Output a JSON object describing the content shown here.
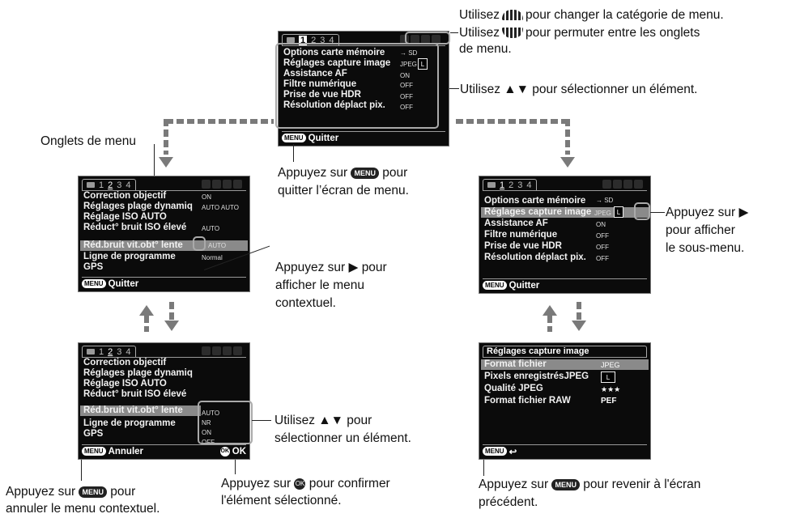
{
  "annotations": {
    "top_cat_pre": "Utilisez",
    "top_cat_post": "pour changer la catégorie de menu.",
    "top_tab_pre": "Utilisez",
    "top_tab_post": "pour permuter entre les onglets",
    "top_tab_l2": "de menu.",
    "top_select": "Utilisez ▲▼ pour sélectionner un élément.",
    "onglets": "Onglets de menu",
    "quit_pre": "Appuyez sur",
    "quit_post": "pour",
    "quit_l2": "quitter l’écran de menu.",
    "ctx_l1": "Appuyez sur ▶ pour",
    "ctx_l2": "afficher le menu",
    "ctx_l3": "contextuel.",
    "sub_l1": "Appuyez sur ▶",
    "sub_l2": "pour afficher",
    "sub_l3": "le sous-menu.",
    "sel2_l1": "Utilisez ▲▼ pour",
    "sel2_l2": "sélectionner un élément.",
    "cancel_pre": "Appuyez sur",
    "cancel_post": "pour",
    "cancel_l2": "annuler le menu contextuel.",
    "confirm_pre": "Appuyez sur",
    "confirm_post": "pour confirmer",
    "confirm_l2": "l'élément sélectionné.",
    "back_pre": "Appuyez sur",
    "back_post": "pour revenir à l'écran",
    "back_l2": "précédent.",
    "menu_btn": "MENU",
    "ok_btn": "OK"
  },
  "screen_top": {
    "tab_active": "1",
    "tabs": [
      "2",
      "3",
      "4"
    ],
    "items": [
      "Options carte mémoire",
      "Réglages capture image",
      "Assistance AF",
      "Filtre numérique",
      "Prise de vue HDR",
      "Résolution déplact pix."
    ],
    "values": [
      "→ SD",
      "JPEG",
      "ON",
      "OFF",
      "OFF",
      "OFF"
    ],
    "footer": "Quitter"
  },
  "screen_left": {
    "tabs": [
      "1",
      "2",
      "3",
      "4"
    ],
    "items": [
      "Correction objectif",
      "Réglages plage dynamiq",
      "Réglage ISO AUTO",
      "Réduct° bruit ISO élevé",
      "Réd.bruit vit.obt° lente",
      "Ligne de programme",
      "GPS"
    ],
    "values": [
      "ON",
      "AUTO  AUTO",
      "",
      "AUTO",
      "AUTO",
      "Normal",
      ""
    ],
    "footer": "Quitter"
  },
  "screen_ctx": {
    "tabs": [
      "1",
      "2",
      "3",
      "4"
    ],
    "items": [
      "Correction objectif",
      "Réglages plage dynamiq",
      "Réglage ISO AUTO",
      "Réduct° bruit ISO élevé",
      "Réd.bruit vit.obt° lente",
      "Ligne de programme",
      "GPS"
    ],
    "popup": [
      "AUTO",
      "NR",
      "ON",
      "OFF"
    ],
    "footer": "Annuler",
    "ok": "OK"
  },
  "screen_right": {
    "tabs": [
      "1",
      "2",
      "3",
      "4"
    ],
    "items": [
      "Options carte mémoire",
      "Réglages capture image",
      "Assistance AF",
      "Filtre numérique",
      "Prise de vue HDR",
      "Résolution déplact pix."
    ],
    "values": [
      "→ SD",
      "JPEG",
      "ON",
      "OFF",
      "OFF",
      "OFF"
    ],
    "footer": "Quitter"
  },
  "screen_sub": {
    "title": "Réglages capture image",
    "items": [
      "Format fichier",
      "Pixels enregistrésJPEG",
      "Qualité JPEG",
      "Format fichier RAW"
    ],
    "values": [
      "JPEG",
      "L",
      "★★★",
      "PEF"
    ],
    "back": "↩"
  }
}
